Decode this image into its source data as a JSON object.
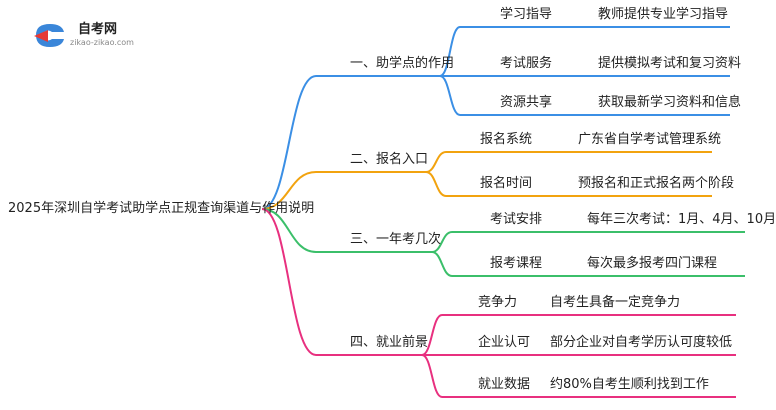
{
  "logo": {
    "title": "自考网",
    "subtitle": "zikao-zikao.com"
  },
  "root": {
    "label": "2025年深圳自学考试助学点正规查询渠道与作用说明"
  },
  "branches": [
    {
      "label": "一、助学点的作用",
      "color": "#3b8fe5",
      "items": [
        {
          "label": "学习指导",
          "value": "教师提供专业学习指导"
        },
        {
          "label": "考试服务",
          "value": "提供模拟考试和复习资料"
        },
        {
          "label": "资源共享",
          "value": "获取最新学习资料和信息"
        }
      ]
    },
    {
      "label": "二、报名入口",
      "color": "#f2a30f",
      "items": [
        {
          "label": "报名系统",
          "value": "广东省自学考试管理系统"
        },
        {
          "label": "报名时间",
          "value": "预报名和正式报名两个阶段"
        }
      ]
    },
    {
      "label": "三、一年考几次",
      "color": "#3bbf6a",
      "items": [
        {
          "label": "考试安排",
          "value": "每年三次考试：1月、4月、10月"
        },
        {
          "label": "报考课程",
          "value": "每次最多报考四门课程"
        }
      ]
    },
    {
      "label": "四、就业前景",
      "color": "#e8307f",
      "items": [
        {
          "label": "竞争力",
          "value": "自考生具备一定竞争力"
        },
        {
          "label": "企业认可",
          "value": "部分企业对自考学历认可度较低"
        },
        {
          "label": "就业数据",
          "value": "约80%自考生顺利找到工作"
        }
      ]
    }
  ]
}
